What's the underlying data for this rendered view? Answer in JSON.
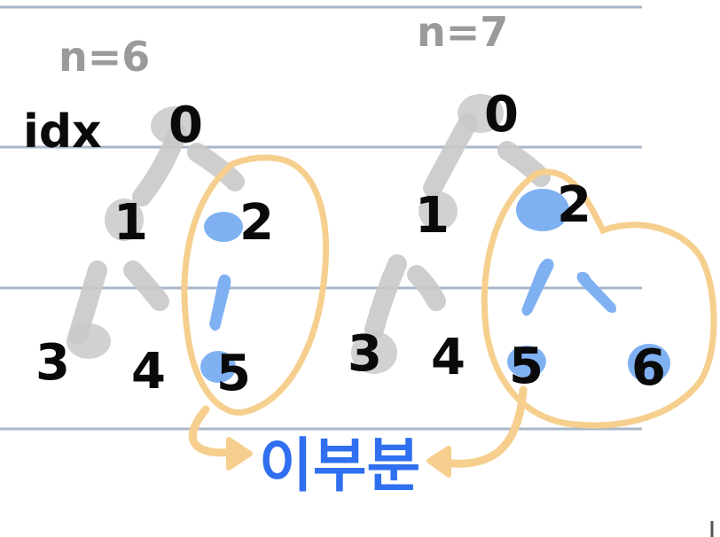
{
  "colors": {
    "ruled_line": "#a9b7c9",
    "gray_edge": "#c9c9c9",
    "blue_highlight": "#7fb1f2",
    "orange_outline": "#f6cf8e",
    "ink": "#0a0a0a",
    "title_gray": "#9a9a9a",
    "korean_blue": "#2f6ff0"
  },
  "left_tree": {
    "title": "n=6",
    "row_label": "idx",
    "nodes": [
      "0",
      "1",
      "2",
      "3",
      "4",
      "5"
    ]
  },
  "right_tree": {
    "title": "n=7",
    "nodes": [
      "0",
      "1",
      "2",
      "3",
      "4",
      "5",
      "6"
    ]
  },
  "subtree_caption": "이부분"
}
